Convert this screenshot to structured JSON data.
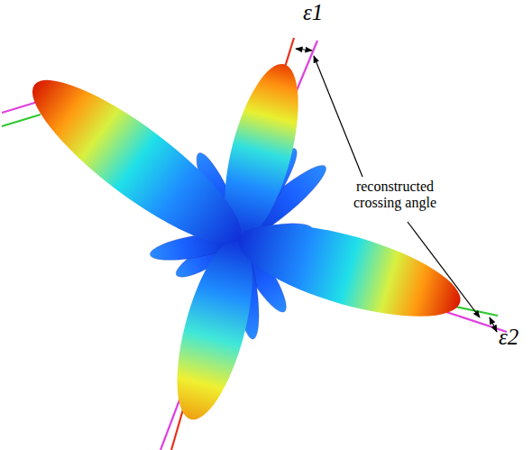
{
  "diagram": {
    "labels": [
      "ε1",
      "reconstructed crossing angle",
      "ε2"
    ]
  }
}
